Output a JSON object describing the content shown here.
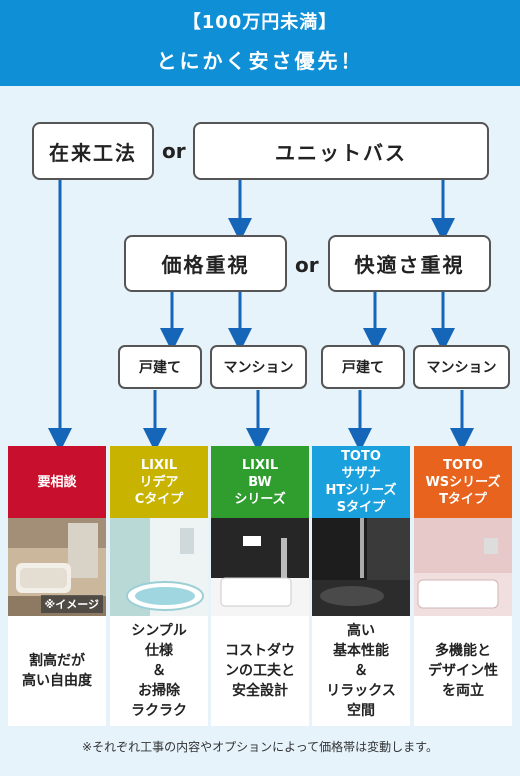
{
  "header": {
    "line1": "【100万円未満】",
    "line2": "とにかく安さ優先！"
  },
  "top": {
    "zairai": "在来工法",
    "or": "or",
    "unit": "ユニットバス"
  },
  "mid": {
    "price": "価格重視",
    "or": "or",
    "comfort": "快適さ重視"
  },
  "small": [
    "戸建て",
    "マンション",
    "戸建て",
    "マンション"
  ],
  "columns": [
    {
      "head": "要相談",
      "color": "#c8102e",
      "desc": "割高だが\n高い自由度",
      "image_note": "※イメージ"
    },
    {
      "head": "LIXIL\nリデア\nCタイプ",
      "color": "#c7b300",
      "desc": "シンプル\n仕様\n＆\nお掃除\nラクラク"
    },
    {
      "head": "LIXIL\nBW\nシリーズ",
      "color": "#2f9e2f",
      "desc": "コストダウ\nンの工夫と\n安全設計"
    },
    {
      "head": "TOTO\nサザナ\nHTシリーズ\nSタイプ",
      "color": "#1aa0dc",
      "desc": "高い\n基本性能\n＆\nリラックス\n空間"
    },
    {
      "head": "TOTO\nWSシリーズ\nTタイプ",
      "color": "#e8641e",
      "desc": "多機能と\nデザイン性\nを両立"
    }
  ],
  "footnote": "※それぞれ工事の内容やオプションによって価格帯は変動します。"
}
